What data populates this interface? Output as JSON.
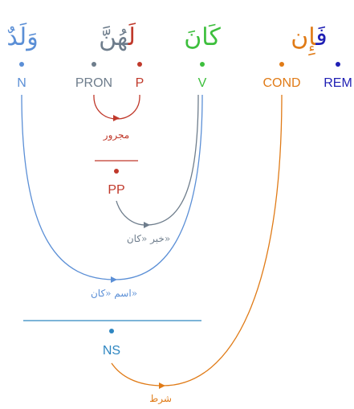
{
  "words": [
    {
      "id": "w-walad",
      "text": "وَلَدٌ",
      "color": "#5b8fd6"
    },
    {
      "id": "w-lahunna",
      "text": "لَهُنَّ",
      "color": "#6e7d8c"
    },
    {
      "id": "w-kana",
      "text": "كَانَ",
      "color": "#3dbf3d"
    },
    {
      "id": "w-fain",
      "text": "فَإِن",
      "color": "#e07b17"
    }
  ],
  "lahunna_parts": {
    "first": "لَ",
    "first_color": "#c0392b",
    "rest": "هُنَّ",
    "rest_color": "#6e7d8c"
  },
  "fain_parts": {
    "first": "فَ",
    "first_color": "#1f1fb4",
    "rest": "إِن",
    "rest_color": "#e07b17"
  },
  "tags": [
    {
      "id": "t-n",
      "text": "N",
      "color": "#5b8fd6"
    },
    {
      "id": "t-pron",
      "text": "PRON",
      "color": "#6e7d8c"
    },
    {
      "id": "t-p",
      "text": "P",
      "color": "#c0392b"
    },
    {
      "id": "t-v",
      "text": "V",
      "color": "#3dbf3d"
    },
    {
      "id": "t-cond",
      "text": "COND",
      "color": "#e07b17"
    },
    {
      "id": "t-rem",
      "text": "REM",
      "color": "#1f1fb4"
    },
    {
      "id": "t-pp",
      "text": "PP",
      "color": "#c0392b"
    },
    {
      "id": "t-ns",
      "text": "NS",
      "color": "#2e86c1"
    }
  ],
  "relations": [
    {
      "id": "r-majrur",
      "text": "مجرور",
      "color": "#c0392b"
    },
    {
      "id": "r-khabar",
      "text": "خبر «كان»",
      "color": "#6e7d8c"
    },
    {
      "id": "r-ism",
      "text": "اسم «كان»",
      "color": "#5b8fd6"
    },
    {
      "id": "r-shart",
      "text": "شرط",
      "color": "#e07b17"
    }
  ]
}
